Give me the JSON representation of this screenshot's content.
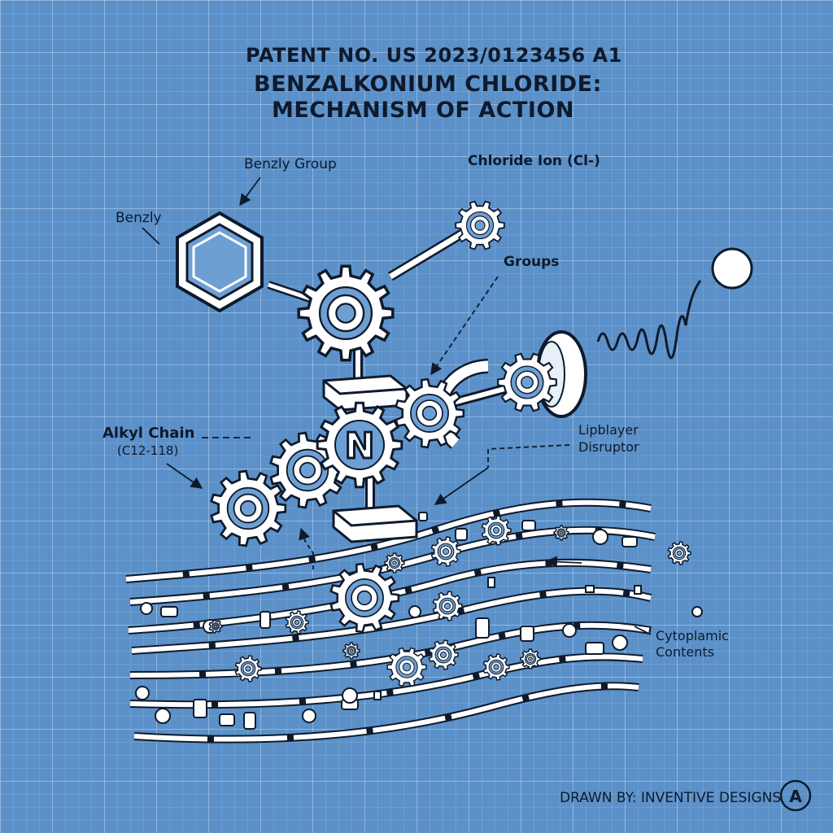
{
  "header": {
    "patent_number": "PATENT NO. US 2023/0123456 A1",
    "title_line1": "BENZALKONIUM CHLORIDE:",
    "title_line2": "MECHANISM OF ACTION"
  },
  "labels": {
    "benzly_group": "Benzly Group",
    "benzly": "Benzly",
    "chloride_ion": "Chloride Ion (Cl-)",
    "groups": "Groups",
    "alkyl_chain": "Alkyl Chain",
    "alkyl_chain_range": "(C12-118)",
    "lipbilayer_line1": "Lipblayer",
    "lipbilayer_line2": "Disruptor",
    "cytoplasmic_line1": "Cytoplamic",
    "cytoplasmic_line2": "Contents",
    "nitrogen_symbol": "N"
  },
  "footer": {
    "drawn_by": "DRAWN BY: INVENTIVE DESIGNS",
    "logo_letter": "A"
  },
  "colors": {
    "background": "#5b90c8",
    "line_dark": "#0e1a2c",
    "fill_white": "#ffffff",
    "ring_blue": "#6e9fd3"
  }
}
